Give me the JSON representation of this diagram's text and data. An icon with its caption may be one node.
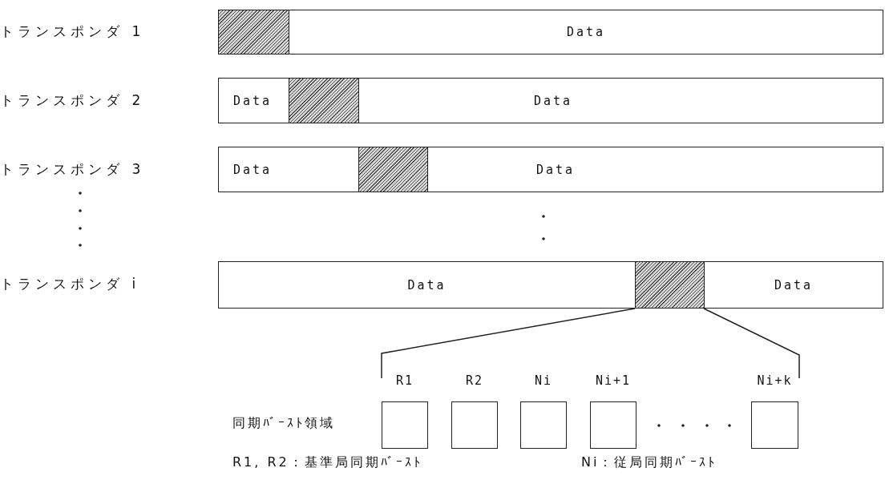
{
  "diagram": {
    "nodes": [
      {
        "text": [],
        "shape": "hatched"
      },
      {
        "text": [
          "Data"
        ]
      },
      {
        "text": [
          "Data"
        ]
      },
      {
        "text": [],
        "shape": "hatched"
      },
      {
        "text": [
          "Data"
        ]
      },
      {
        "text": [
          "Data"
        ]
      },
      {
        "text": [],
        "shape": "hatched"
      },
      {
        "text": [
          "Data"
        ]
      },
      {
        "text": [
          "Data"
        ]
      },
      {
        "text": [],
        "shape": "hatched"
      },
      {
        "text": [
          "Data"
        ]
      },
      {
        "text": [],
        "shape": "box",
        "beside": [
          "R1"
        ]
      },
      {
        "text": [],
        "shape": "box",
        "beside": [
          "R2"
        ]
      },
      {
        "text": [],
        "shape": "box",
        "beside": [
          "Ni"
        ]
      },
      {
        "text": [],
        "shape": "box",
        "beside": [
          "Ni+1"
        ]
      },
      {
        "text": [],
        "shape": "box",
        "beside": [
          "Ni+k"
        ]
      }
    ],
    "labels": [
      "トランスポンダ 1",
      "トランスポンダ 2",
      "トランスポンダ 3",
      "トランスポンダ i",
      "同期ﾊﾞｰｽﾄ領域",
      "R1, R2：基準局同期ﾊﾞｰｽﾄ",
      "Ni：従局同期ﾊﾞｰｽﾄ"
    ]
  }
}
